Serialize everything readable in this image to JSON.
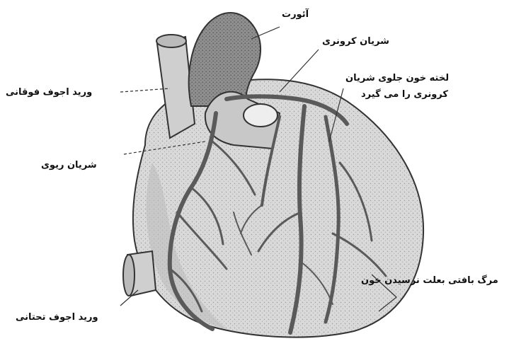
{
  "diagram": {
    "labels": {
      "aorta": "آئورت",
      "coronary_artery": "شریان کرونری",
      "clot_line1": "لخته خون جلوی شریان",
      "clot_line2": "کرونری را می گیرد",
      "superior_vena_cava": "ورید اجوف فوقانی",
      "pulmonary_artery": "شریان ریوی",
      "tissue_death": "مرگ بافتی بعلت نرسیدن خون",
      "inferior_vena_cava": "ورید اجوف تحتانی"
    },
    "colors": {
      "heart_fill": "#d7d7d7",
      "heart_dark": "#8a8a8a",
      "vessel": "#5a5a5a",
      "line": "#333333"
    }
  }
}
